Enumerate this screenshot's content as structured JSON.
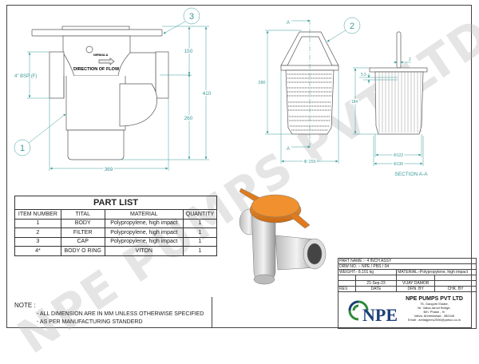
{
  "watermark": "NPE PUMPS PVT LTD.",
  "front_view": {
    "balloon_1": "1",
    "balloon_3": "3",
    "dim_height_top": "150",
    "dim_height_bottom": "260",
    "dim_total_height": "410",
    "dim_width": "369",
    "dim_port": "4\" BSP (F)",
    "body_logo": "NIRMALA",
    "flow_label": "DIRECTION OF FLOW"
  },
  "filter_view": {
    "balloon_2": "2",
    "section_marker": "A",
    "dim_height": "280",
    "dim_diameter": "Φ 155"
  },
  "section_view": {
    "title": "SECTION A-A",
    "dim_slot": "5.5",
    "dim_handle": "2",
    "dim_height": "184",
    "dim_inner_dia": "Φ122",
    "dim_outer_dia": "Φ130"
  },
  "part_list": {
    "title": "PART LIST",
    "headers": [
      "ITEM NUMBER",
      "TITAL",
      "MATERIAL",
      "QUANTITY"
    ],
    "rows": [
      [
        "1",
        "BODY",
        "Polypropylene, high impact",
        "1"
      ],
      [
        "2",
        "FILTER",
        "Polypropylene, high impact",
        "1"
      ],
      [
        "3",
        "CAP",
        "Polypropylene, high impact",
        "1"
      ],
      [
        "4*",
        "BODY O RING",
        "VITON",
        "1"
      ]
    ]
  },
  "title_block": {
    "part_name": "PART NAME :- 4 INCH ASSY",
    "drawing_no": "DRW NO. :- NPE / PBS / 04",
    "weight": "WEIGHT:- 8.101 kg",
    "material": "MATERIAL:-Polypropylene, high impact",
    "date_value": "21-Sep-23",
    "drawn_by_value": "VIJAY DAMOR",
    "rev_label": "REV.",
    "date_label": "DATE",
    "drawn_by_label": "DRN. BY",
    "checked_by_label": "CHK. BY",
    "logo_text": "NPE",
    "company_name": "NPE PUMPS PVT LTD",
    "address": [
      "75, Gangotri Estate,",
      "Nr. Vatva-ramol Bridge,",
      "B/h. Phase - IV",
      "Vatva, Ahmedabad - 382445",
      "Email : amitajpnes2006@yahoo.co.in"
    ]
  },
  "notes": {
    "title": "NOTE :",
    "lines": [
      "- ALL DIMENSION ARE IN MM UNLESS OTHERWISE SPECIFIED",
      "- AS PER MANUFACTURING STANDERD"
    ]
  },
  "colors": {
    "dimension": "#3a9a9a",
    "cap_orange": "#e8882a",
    "logo_blue": "#1d3f78"
  }
}
